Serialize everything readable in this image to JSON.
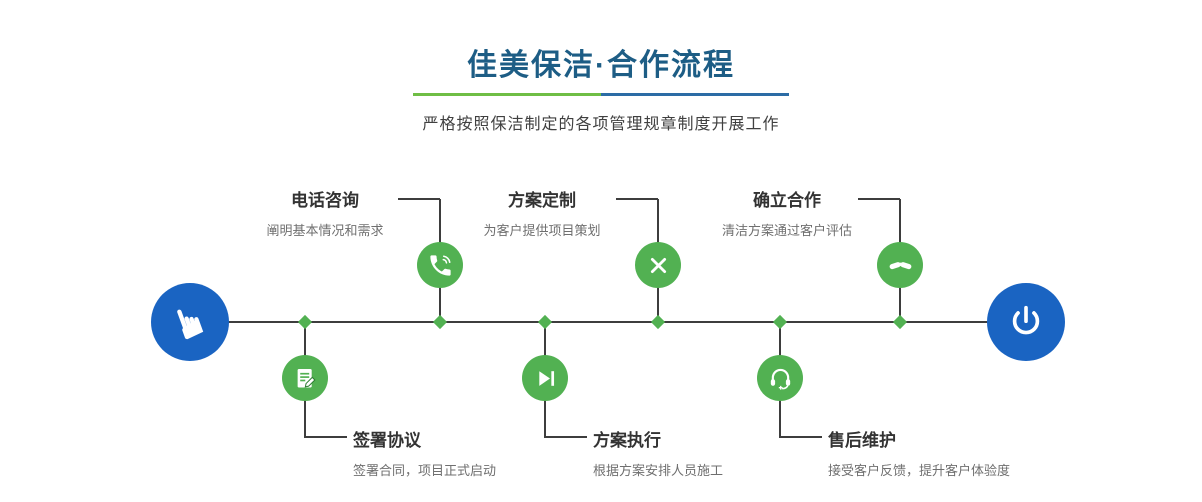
{
  "header": {
    "title": "佳美保洁·合作流程",
    "subtitle": "严格按照保洁制定的各项管理规章制度开展工作"
  },
  "colors": {
    "green": "#52b152",
    "blue": "#1a64c2",
    "title_text": "#1d5d85",
    "line": "#3d3d3d",
    "divider_green": "#6fbe45",
    "divider_blue": "#2c6ca5"
  },
  "timeline": {
    "start_icon": "hand-pointer-icon",
    "start_glyph": "☛",
    "end_icon": "power-icon"
  },
  "steps_top": [
    {
      "title": "电话咨询",
      "desc": "阐明基本情况和需求",
      "icon": "phone-icon"
    },
    {
      "title": "方案定制",
      "desc": "为客户提供项目策划",
      "icon": "design-pen-icon"
    },
    {
      "title": "确立合作",
      "desc": "清洁方案通过客户评估",
      "icon": "handshake-icon"
    }
  ],
  "steps_bottom": [
    {
      "title": "签署协议",
      "desc": "签署合同，项目正式启动",
      "icon": "contract-icon"
    },
    {
      "title": "方案执行",
      "desc": "根据方案安排人员施工",
      "icon": "play-icon"
    },
    {
      "title": "售后维护",
      "desc": "接受客户反馈，提升客户体验度",
      "icon": "headset-icon"
    }
  ]
}
